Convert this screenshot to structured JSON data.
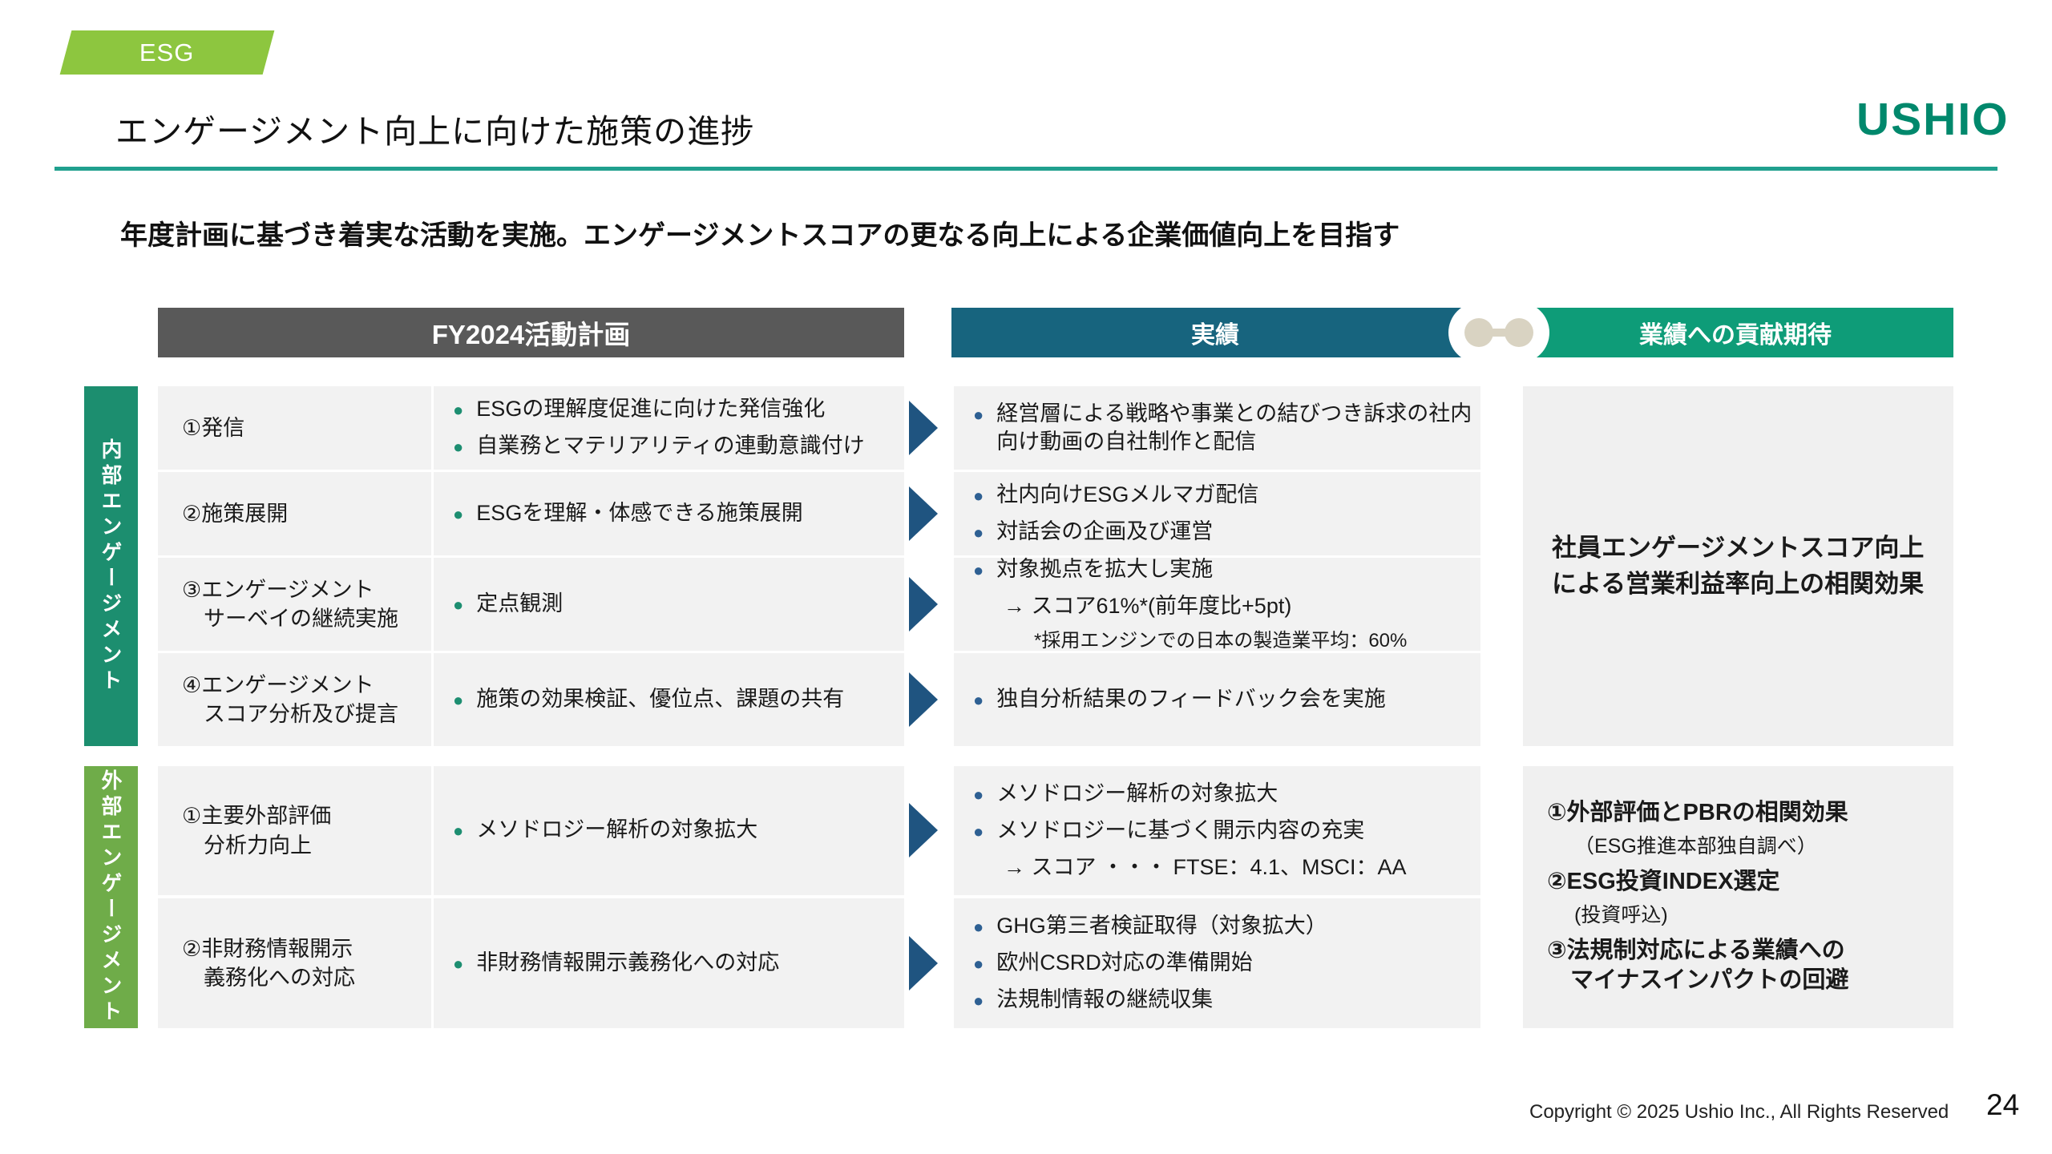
{
  "badge": {
    "label": "ESG"
  },
  "header": {
    "title": "エンゲージメント向上に向けた施策の進捗",
    "logo": "USHIO"
  },
  "subtitle": "年度計画に基づき着実な活動を実施。エンゲージメントスコアの更なる向上による企業価値向上を目指す",
  "columns": {
    "plan": "FY2024活動計画",
    "results": "実績",
    "contribution": "業績への貢献期待"
  },
  "sections": [
    {
      "label": "内部エンゲージメント",
      "rows": [
        {
          "item": "①発信",
          "plan": [
            {
              "text": "ESGの理解度促進に向けた発信強化"
            },
            {
              "text": "自業務とマテリアリティの連動意識付け"
            }
          ],
          "results": [
            {
              "text": "経営層による戦略や事業との結びつき訴求の社内向け動画の自社制作と配信"
            }
          ]
        },
        {
          "item": "②施策展開",
          "plan": [
            {
              "text": "ESGを理解・体感できる施策展開"
            }
          ],
          "results": [
            {
              "text": "社内向けESGメルマガ配信"
            },
            {
              "text": "対話会の企画及び運営"
            }
          ]
        },
        {
          "item": "③エンゲージメント\n　サーベイの継続実施",
          "plan": [
            {
              "text": "定点観測"
            }
          ],
          "results": [
            {
              "text": "対象拠点を拡大し実施"
            },
            {
              "text": "→ スコア61%*(前年度比+5pt)"
            },
            {
              "text": "*採用エンジンでの日本の製造業平均：60%"
            }
          ]
        },
        {
          "item": "④エンゲージメント\n　スコア分析及び提言",
          "plan": [
            {
              "text": "施策の効果検証、優位点、課題の共有"
            }
          ],
          "results": [
            {
              "text": "独自分析結果のフィードバック会を実施"
            }
          ]
        }
      ],
      "contribution": "社員エンゲージメントスコア向上\nによる営業利益率向上の相関効果"
    },
    {
      "label": "外部エンゲージメント",
      "rows": [
        {
          "item": "①主要外部評価\n　分析力向上",
          "plan": [
            {
              "text": "メソドロジー解析の対象拡大"
            }
          ],
          "results": [
            {
              "text": "メソドロジー解析の対象拡大"
            },
            {
              "text": "メソドロジーに基づく開示内容の充実"
            },
            {
              "text": "→ スコア ・・・ FTSE：4.1、MSCI：AA"
            }
          ]
        },
        {
          "item": "②非財務情報開示\n　義務化への対応",
          "plan": [
            {
              "text": "非財務情報開示義務化への対応"
            }
          ],
          "results": [
            {
              "text": "GHG第三者検証取得（対象拡大）"
            },
            {
              "text": "欧州CSRD対応の準備開始"
            },
            {
              "text": "法規制情報の継続収集"
            }
          ]
        }
      ],
      "contribution_items": [
        {
          "title": "①外部評価とPBRの相関効果",
          "note": "（ESG推進本部独自調べ）"
        },
        {
          "title": "②ESG投資INDEX選定",
          "note": "(投資呼込)"
        },
        {
          "title": "③法規制対応による業績への\n　マイナスインパクトの回避",
          "note": ""
        }
      ]
    }
  ],
  "footer": {
    "copyright": "Copyright © 2025 Ushio Inc., All Rights Reserved",
    "page": "24"
  },
  "colors": {
    "badge_green": "#8DC63F",
    "divider_teal": "#20A08E",
    "logo_teal": "#00886C",
    "header_gray": "#595959",
    "header_blue": "#17647E",
    "header_green": "#0E9C78",
    "sidebar_internal_green": "#1C8E6F",
    "sidebar_external_green": "#6FAC49",
    "cell_gray": "#F2F2F2",
    "arrow_blue": "#1F5480",
    "bullet_green": "#1D8E71",
    "bullet_blue": "#2E6093",
    "connector_beige": "#D9D3C2"
  }
}
